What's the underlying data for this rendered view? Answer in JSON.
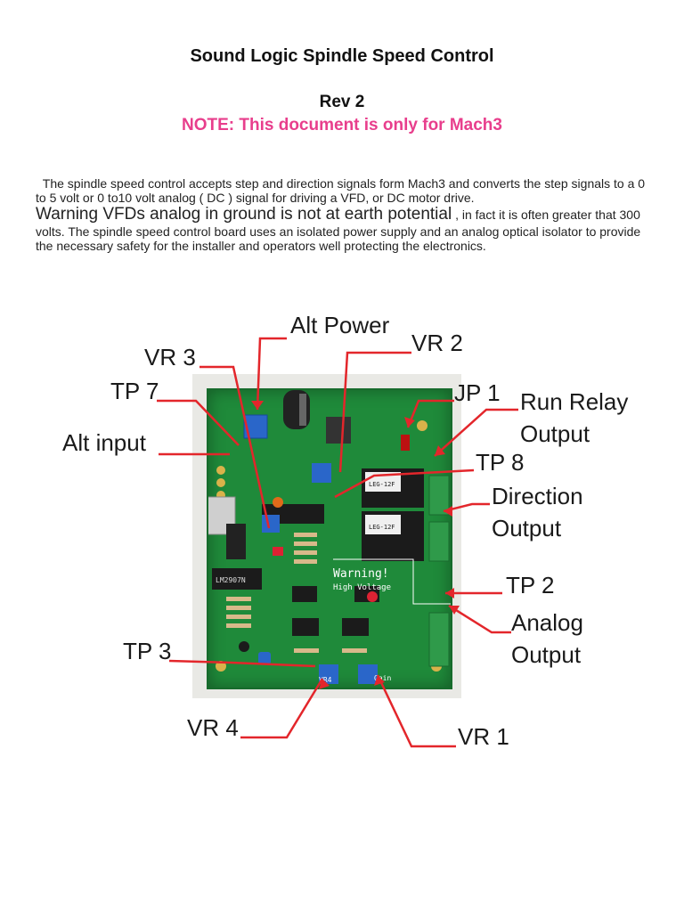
{
  "document": {
    "title": "Sound Logic Spindle Speed Control",
    "revision": "Rev 2",
    "note": "NOTE: This document is only for Mach3",
    "intro_paragraph_1": "The spindle speed control accepts step and direction signals form Mach3 and converts the step signals to a 0 to 5 volt or 0 to10 volt analog ( DC ) signal for driving a VFD, or DC motor drive.",
    "warning_heading": "Warning VFDs analog in ground  is not at earth potential",
    "warning_text": ", in fact it is often greater that 300 volts. The spindle speed control board uses an isolated power supply and an analog optical isolator to provide the necessary safety for the installer and operators well protecting the electronics."
  },
  "board_photo": {
    "silkscreen_warning": "Warning!",
    "silkscreen_high_voltage": "High Voltage",
    "silkscreen_vr4": "VR4",
    "silkscreen_gain": "Gain",
    "relay_marking": "LEG-12F",
    "ic_marking": "LM2907N",
    "colors": {
      "pcb_green": "#1f8a3a",
      "callout_red": "#e3262b"
    }
  },
  "callouts": {
    "alt_power": "Alt Power",
    "vr3": "VR 3",
    "vr2": "VR 2",
    "tp7": "TP 7",
    "jp1": "JP 1",
    "run_relay_1": "Run Relay",
    "run_relay_2": "Output",
    "alt_input": "Alt input",
    "tp8": "TP 8",
    "direction_1": "Direction",
    "direction_2": "Output",
    "tp2": "TP 2",
    "analog_1": "Analog",
    "analog_2": "Output",
    "tp3": "TP 3",
    "vr4": "VR 4",
    "vr1": "VR 1"
  }
}
